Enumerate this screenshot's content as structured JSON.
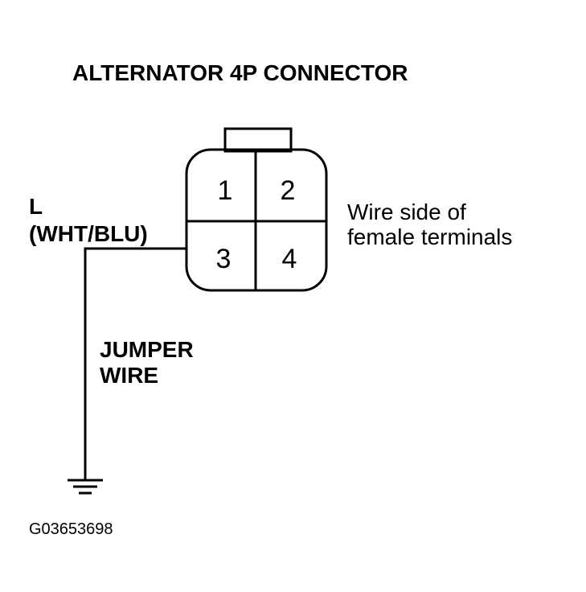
{
  "title": "ALTERNATOR 4P CONNECTOR",
  "wire": {
    "terminal_label": "L",
    "color_label": "(WHT/BLU)"
  },
  "connector": {
    "pins": [
      "1",
      "2",
      "3",
      "4"
    ],
    "side_note_line1": "Wire side of",
    "side_note_line2": "female terminals"
  },
  "jumper": {
    "line1": "JUMPER",
    "line2": "WIRE"
  },
  "figure_id": "G03653698",
  "colors": {
    "ink": "#000000",
    "background": "#ffffff"
  }
}
